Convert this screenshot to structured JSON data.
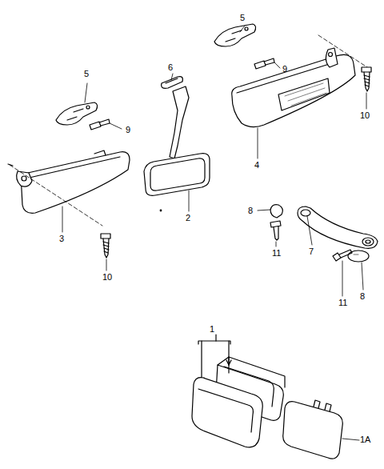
{
  "diagram": {
    "labels": [
      "5",
      "9",
      "6",
      "5",
      "9",
      "10",
      "4",
      "2",
      "3",
      "10",
      "8",
      "7",
      "11",
      "11",
      "8",
      "1",
      "1A"
    ]
  }
}
